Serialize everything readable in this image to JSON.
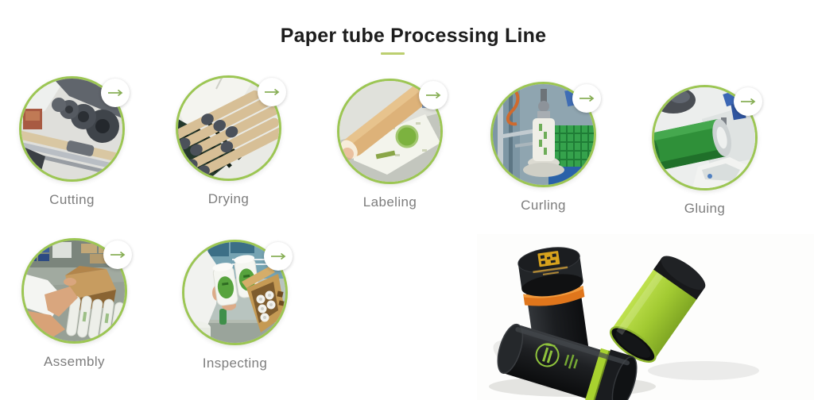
{
  "header": {
    "title": "Paper tube Processing Line"
  },
  "steps": [
    {
      "label": "Cutting"
    },
    {
      "label": "Drying"
    },
    {
      "label": "Labeling"
    },
    {
      "label": "Curling"
    },
    {
      "label": "Gluing"
    },
    {
      "label": "Assembly"
    },
    {
      "label": "Inspecting"
    }
  ],
  "icons": {
    "arrow_right": "→"
  },
  "colors": {
    "ring_green": "#9cc653",
    "arrow_green": "#85ad52",
    "underline_green": "#bccf70",
    "label_gray": "#7d7d7d",
    "title_black": "#1d1d1d",
    "lime_green": "#a8d22f",
    "band_orange": "#e0761c",
    "qr_gold": "#d7a21d",
    "tube_black": "#1b1d20"
  }
}
